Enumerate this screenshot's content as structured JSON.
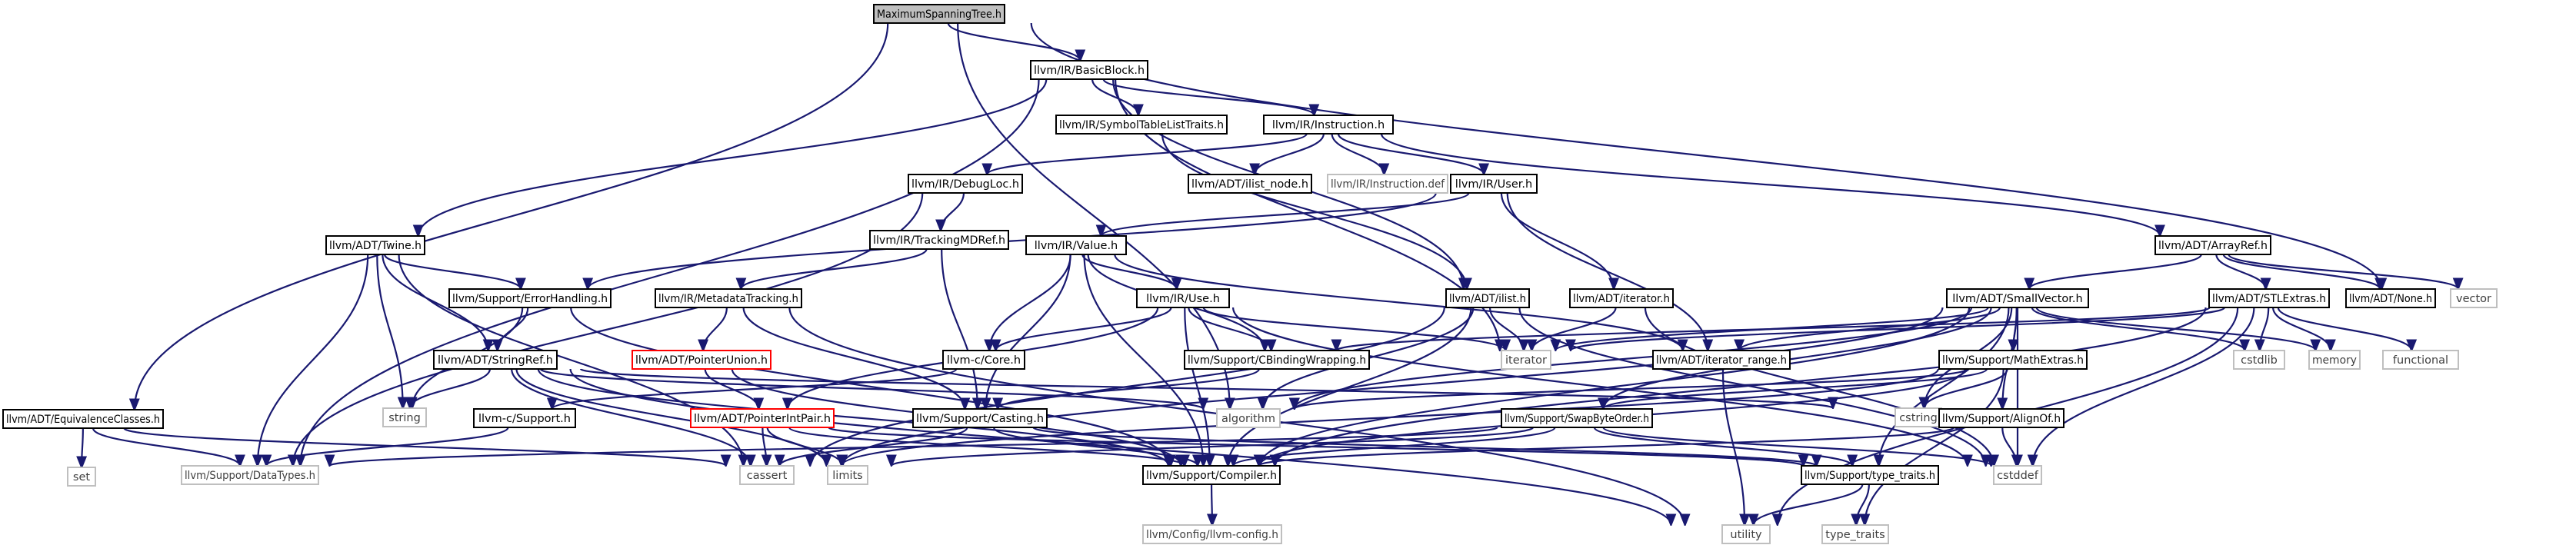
{
  "colors": {
    "edge": "#191970",
    "node_border": "#000000",
    "root_fill": "#bfbfbf",
    "external_border": "#bfbfbf",
    "unresolved_border": "#ff0000"
  },
  "nodes": [
    {
      "id": "n_mst",
      "label": "MaximumSpanningTree.h",
      "kind": "root"
    },
    {
      "id": "n_eqc",
      "label": "llvm/ADT/EquivalenceClasses.h",
      "kind": "normal"
    },
    {
      "id": "n_bb",
      "label": "llvm/IR/BasicBlock.h",
      "kind": "normal"
    },
    {
      "id": "n_vector",
      "label": "vector",
      "kind": "ext"
    },
    {
      "id": "n_set",
      "label": "set",
      "kind": "ext"
    },
    {
      "id": "n_datatypes",
      "label": "llvm/Support/DataTypes.h",
      "kind": "ext"
    },
    {
      "id": "n_cassert",
      "label": "cassert",
      "kind": "ext"
    },
    {
      "id": "n_algorithm",
      "label": "algorithm",
      "kind": "ext"
    },
    {
      "id": "n_twine",
      "label": "llvm/ADT/Twine.h",
      "kind": "normal"
    },
    {
      "id": "n_ilist",
      "label": "llvm/ADT/ilist.h",
      "kind": "normal"
    },
    {
      "id": "n_symtab",
      "label": "llvm/IR/SymbolTableListTraits.h",
      "kind": "normal"
    },
    {
      "id": "n_instr",
      "label": "llvm/IR/Instruction.h",
      "kind": "normal"
    },
    {
      "id": "n_iterator",
      "label": "iterator",
      "kind": "ext"
    },
    {
      "id": "n_stringref",
      "label": "llvm/ADT/StringRef.h",
      "kind": "normal"
    },
    {
      "id": "n_errh",
      "label": "llvm/Support/ErrorHandling.h",
      "kind": "normal"
    },
    {
      "id": "n_string",
      "label": "string",
      "kind": "ext"
    },
    {
      "id": "n_compiler",
      "label": "llvm/Support/Compiler.h",
      "kind": "normal"
    },
    {
      "id": "n_cstddef",
      "label": "cstddef",
      "kind": "ext"
    },
    {
      "id": "n_limits",
      "label": "limits",
      "kind": "ext"
    },
    {
      "id": "n_cstring",
      "label": "cstring",
      "kind": "ext"
    },
    {
      "id": "n_utility",
      "label": "utility",
      "kind": "ext"
    },
    {
      "id": "n_llvmconfig",
      "label": "llvm/Config/llvm-config.h",
      "kind": "ext"
    },
    {
      "id": "n_typetraits_std",
      "label": "type_traits",
      "kind": "ext"
    },
    {
      "id": "n_itrange",
      "label": "llvm/ADT/iterator_range.h",
      "kind": "normal"
    },
    {
      "id": "n_listnode",
      "label": "llvm/ADT/ilist_node.h",
      "kind": "normal"
    },
    {
      "id": "n_adtit",
      "label": "llvm/ADT/iterator.h",
      "kind": "normal"
    },
    {
      "id": "n_instrdef",
      "label": "llvm/IR/Instruction.def",
      "kind": "ext"
    },
    {
      "id": "n_user",
      "label": "llvm/IR/User.h",
      "kind": "normal"
    },
    {
      "id": "n_debugloc",
      "label": "llvm/IR/DebugLoc.h",
      "kind": "normal"
    },
    {
      "id": "n_trackmd",
      "label": "llvm/IR/TrackingMDRef.h",
      "kind": "normal"
    },
    {
      "id": "n_mdtrack",
      "label": "llvm/IR/MetadataTracking.h",
      "kind": "normal"
    },
    {
      "id": "n_casting",
      "label": "llvm/Support/Casting.h",
      "kind": "normal"
    },
    {
      "id": "n_ptrunion",
      "label": "llvm/ADT/PointerUnion.h",
      "kind": "red"
    },
    {
      "id": "n_ptrint",
      "label": "llvm/ADT/PointerIntPair.h",
      "kind": "red"
    },
    {
      "id": "n_ptl",
      "label": "llvm/Support/type_traits.h",
      "kind": "normal"
    },
    {
      "id": "n_value",
      "label": "llvm/IR/Value.h",
      "kind": "normal"
    },
    {
      "id": "n_use",
      "label": "llvm/IR/Use.h",
      "kind": "normal"
    },
    {
      "id": "n_cbw",
      "label": "llvm/Support/CBindingWrapping.h",
      "kind": "normal"
    },
    {
      "id": "n_ccore",
      "label": "llvm-c/Core.h",
      "kind": "normal"
    },
    {
      "id": "n_csupport",
      "label": "llvm-c/Support.h",
      "kind": "normal"
    },
    {
      "id": "n_arrayref",
      "label": "llvm/ADT/ArrayRef.h",
      "kind": "normal"
    },
    {
      "id": "n_smallvec",
      "label": "llvm/ADT/SmallVector.h",
      "kind": "normal"
    },
    {
      "id": "n_stlextras",
      "label": "llvm/ADT/STLExtras.h",
      "kind": "normal"
    },
    {
      "id": "n_none",
      "label": "llvm/ADT/None.h",
      "kind": "normal"
    },
    {
      "id": "n_mathextras",
      "label": "llvm/Support/MathExtras.h",
      "kind": "normal"
    },
    {
      "id": "n_alignof",
      "label": "llvm/Support/AlignOf.h",
      "kind": "normal"
    },
    {
      "id": "n_swap",
      "label": "llvm/Support/SwapByteOrder.h",
      "kind": "normal"
    },
    {
      "id": "n_cstdlib",
      "label": "cstdlib",
      "kind": "ext"
    },
    {
      "id": "n_memory",
      "label": "memory",
      "kind": "ext"
    },
    {
      "id": "n_functional",
      "label": "functional",
      "kind": "ext"
    }
  ],
  "edges": [
    {
      "from": "n_mst",
      "to": "n_eqc"
    },
    {
      "from": "n_mst",
      "to": "n_bb"
    },
    {
      "from": "n_mst",
      "to": "n_vector"
    },
    {
      "from": "n_mst",
      "to": "n_algorithm"
    },
    {
      "from": "n_eqc",
      "to": "n_set"
    },
    {
      "from": "n_eqc",
      "to": "n_datatypes"
    },
    {
      "from": "n_eqc",
      "to": "n_cassert"
    },
    {
      "from": "n_bb",
      "to": "n_twine"
    },
    {
      "from": "n_bb",
      "to": "n_ilist"
    },
    {
      "from": "n_bb",
      "to": "n_symtab"
    },
    {
      "from": "n_bb",
      "to": "n_instr"
    },
    {
      "from": "n_bb",
      "to": "n_datatypes"
    },
    {
      "from": "n_bb",
      "to": "n_iterator"
    },
    {
      "from": "n_symtab",
      "to": "n_ilist"
    },
    {
      "from": "n_instr",
      "to": "n_listnode"
    },
    {
      "from": "n_instr",
      "to": "n_instrdef"
    },
    {
      "from": "n_instr",
      "to": "n_user"
    },
    {
      "from": "n_instr",
      "to": "n_debugloc"
    },
    {
      "from": "n_instr",
      "to": "n_arrayref"
    },
    {
      "from": "n_debugloc",
      "to": "n_trackmd"
    },
    {
      "from": "n_debugloc",
      "to": "n_datatypes"
    },
    {
      "from": "n_trackmd",
      "to": "n_mdtrack"
    },
    {
      "from": "n_trackmd",
      "to": "n_casting"
    },
    {
      "from": "n_mdtrack",
      "to": "n_ptrunion"
    },
    {
      "from": "n_mdtrack",
      "to": "n_casting"
    },
    {
      "from": "n_mdtrack",
      "to": "n_utility"
    },
    {
      "from": "n_ptrunion",
      "to": "n_ptrint"
    },
    {
      "from": "n_ptrunion",
      "to": "n_compiler"
    },
    {
      "from": "n_ptrint",
      "to": "n_compiler"
    },
    {
      "from": "n_ptrint",
      "to": "n_cassert"
    },
    {
      "from": "n_ptrint",
      "to": "n_limits"
    },
    {
      "from": "n_ptrint",
      "to": "n_ptl"
    },
    {
      "from": "n_casting",
      "to": "n_compiler"
    },
    {
      "from": "n_casting",
      "to": "n_ptl"
    },
    {
      "from": "n_casting",
      "to": "n_cassert"
    },
    {
      "from": "n_twine",
      "to": "n_stringref"
    },
    {
      "from": "n_twine",
      "to": "n_errh"
    },
    {
      "from": "n_twine",
      "to": "n_string"
    },
    {
      "from": "n_twine",
      "to": "n_cassert"
    },
    {
      "from": "n_twine",
      "to": "n_datatypes"
    },
    {
      "from": "n_errh",
      "to": "n_stringref"
    },
    {
      "from": "n_errh",
      "to": "n_compiler"
    },
    {
      "from": "n_errh",
      "to": "n_string"
    },
    {
      "from": "n_stringref",
      "to": "n_compiler"
    },
    {
      "from": "n_stringref",
      "to": "n_algorithm"
    },
    {
      "from": "n_stringref",
      "to": "n_cassert"
    },
    {
      "from": "n_stringref",
      "to": "n_cstring"
    },
    {
      "from": "n_stringref",
      "to": "n_limits"
    },
    {
      "from": "n_stringref",
      "to": "n_string"
    },
    {
      "from": "n_stringref",
      "to": "n_utility"
    },
    {
      "from": "n_compiler",
      "to": "n_llvmconfig"
    },
    {
      "from": "n_ptl",
      "to": "n_utility"
    },
    {
      "from": "n_ptl",
      "to": "n_typetraits_std"
    },
    {
      "from": "n_user",
      "to": "n_value"
    },
    {
      "from": "n_user",
      "to": "n_adtit"
    },
    {
      "from": "n_user",
      "to": "n_itrange"
    },
    {
      "from": "n_user",
      "to": "n_errh"
    },
    {
      "from": "n_value",
      "to": "n_use"
    },
    {
      "from": "n_value",
      "to": "n_cbw"
    },
    {
      "from": "n_value",
      "to": "n_ccore"
    },
    {
      "from": "n_value",
      "to": "n_casting"
    },
    {
      "from": "n_value",
      "to": "n_compiler"
    },
    {
      "from": "n_value",
      "to": "n_itrange"
    },
    {
      "from": "n_use",
      "to": "n_ptrint"
    },
    {
      "from": "n_use",
      "to": "n_cbw"
    },
    {
      "from": "n_use",
      "to": "n_ccore"
    },
    {
      "from": "n_use",
      "to": "n_compiler"
    },
    {
      "from": "n_use",
      "to": "n_cstddef"
    },
    {
      "from": "n_use",
      "to": "n_iterator"
    },
    {
      "from": "n_cbw",
      "to": "n_casting"
    },
    {
      "from": "n_ccore",
      "to": "n_csupport"
    },
    {
      "from": "n_csupport",
      "to": "n_datatypes"
    },
    {
      "from": "n_ilist",
      "to": "n_compiler"
    },
    {
      "from": "n_ilist",
      "to": "n_algorithm"
    },
    {
      "from": "n_ilist",
      "to": "n_cassert"
    },
    {
      "from": "n_ilist",
      "to": "n_cstddef"
    },
    {
      "from": "n_ilist",
      "to": "n_iterator"
    },
    {
      "from": "n_adtit",
      "to": "n_iterator"
    },
    {
      "from": "n_adtit",
      "to": "n_cstddef"
    },
    {
      "from": "n_itrange",
      "to": "n_utility"
    },
    {
      "from": "n_arrayref",
      "to": "n_smallvec"
    },
    {
      "from": "n_arrayref",
      "to": "n_stlextras"
    },
    {
      "from": "n_arrayref",
      "to": "n_none"
    },
    {
      "from": "n_arrayref",
      "to": "n_vector"
    },
    {
      "from": "n_smallvec",
      "to": "n_mathextras"
    },
    {
      "from": "n_smallvec",
      "to": "n_alignof"
    },
    {
      "from": "n_smallvec",
      "to": "n_swap"
    },
    {
      "from": "n_smallvec",
      "to": "n_itrange"
    },
    {
      "from": "n_smallvec",
      "to": "n_compiler"
    },
    {
      "from": "n_smallvec",
      "to": "n_ptl"
    },
    {
      "from": "n_smallvec",
      "to": "n_algorithm"
    },
    {
      "from": "n_smallvec",
      "to": "n_cassert"
    },
    {
      "from": "n_smallvec",
      "to": "n_cstddef"
    },
    {
      "from": "n_smallvec",
      "to": "n_cstdlib"
    },
    {
      "from": "n_smallvec",
      "to": "n_cstring"
    },
    {
      "from": "n_smallvec",
      "to": "n_iterator"
    },
    {
      "from": "n_smallvec",
      "to": "n_memory"
    },
    {
      "from": "n_stlextras",
      "to": "n_compiler"
    },
    {
      "from": "n_stlextras",
      "to": "n_iterator"
    },
    {
      "from": "n_stlextras",
      "to": "n_cstddef"
    },
    {
      "from": "n_stlextras",
      "to": "n_cstdlib"
    },
    {
      "from": "n_stlextras",
      "to": "n_functional"
    },
    {
      "from": "n_stlextras",
      "to": "n_memory"
    },
    {
      "from": "n_stlextras",
      "to": "n_utility"
    },
    {
      "from": "n_stlextras",
      "to": "n_cbw"
    },
    {
      "from": "n_mathextras",
      "to": "n_compiler"
    },
    {
      "from": "n_mathextras",
      "to": "n_swap"
    },
    {
      "from": "n_mathextras",
      "to": "n_algorithm"
    },
    {
      "from": "n_mathextras",
      "to": "n_cassert"
    },
    {
      "from": "n_mathextras",
      "to": "n_cstring"
    },
    {
      "from": "n_mathextras",
      "to": "n_typetraits_std"
    },
    {
      "from": "n_alignof",
      "to": "n_compiler"
    },
    {
      "from": "n_alignof",
      "to": "n_cstddef"
    },
    {
      "from": "n_swap",
      "to": "n_compiler"
    },
    {
      "from": "n_swap",
      "to": "n_ptl"
    },
    {
      "from": "n_swap",
      "to": "n_cstddef"
    },
    {
      "from": "n_swap",
      "to": "n_datatypes"
    },
    {
      "from": "n_swap",
      "to": "n_limits"
    }
  ]
}
